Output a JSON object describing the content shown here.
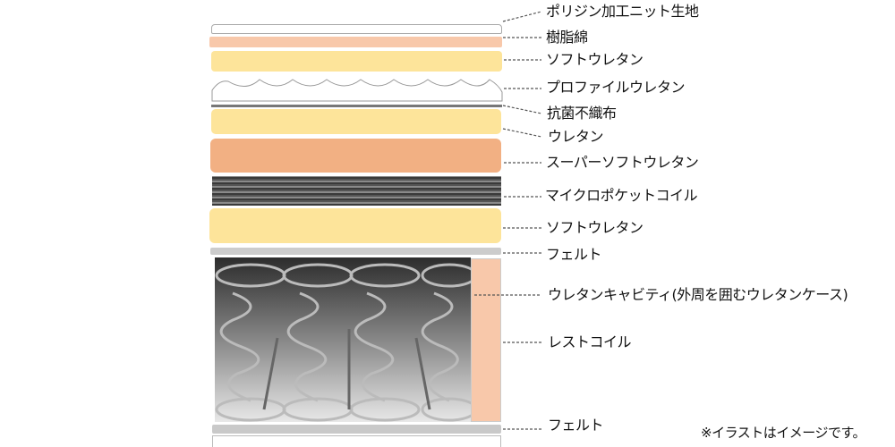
{
  "labels": {
    "knit_fabric": "ポリジン加工ニット生地",
    "resin_cotton": "樹脂綿",
    "soft_urethane_top": "ソフトウレタン",
    "profile_urethane": "プロファイルウレタン",
    "antibacterial_nonwoven": "抗菌不織布",
    "urethane": "ウレタン",
    "super_soft_urethane": "スーパーソフトウレタン",
    "micro_pocket_coil": "マイクロポケットコイル",
    "soft_urethane_bottom": "ソフトウレタン",
    "felt_top": "フェルト",
    "urethane_cavity": "ウレタンキャビティ(外周を囲むウレタンケース)",
    "rest_coil": "レストコイル",
    "felt_bottom": "フェルト"
  },
  "note": "※イラストはイメージです。",
  "colors": {
    "resin_cotton": "#f8c8aa",
    "urethane": "#fde49a",
    "super_soft": "#f2b083",
    "felt": "#c9c9c9",
    "nonwoven": "#777777"
  }
}
